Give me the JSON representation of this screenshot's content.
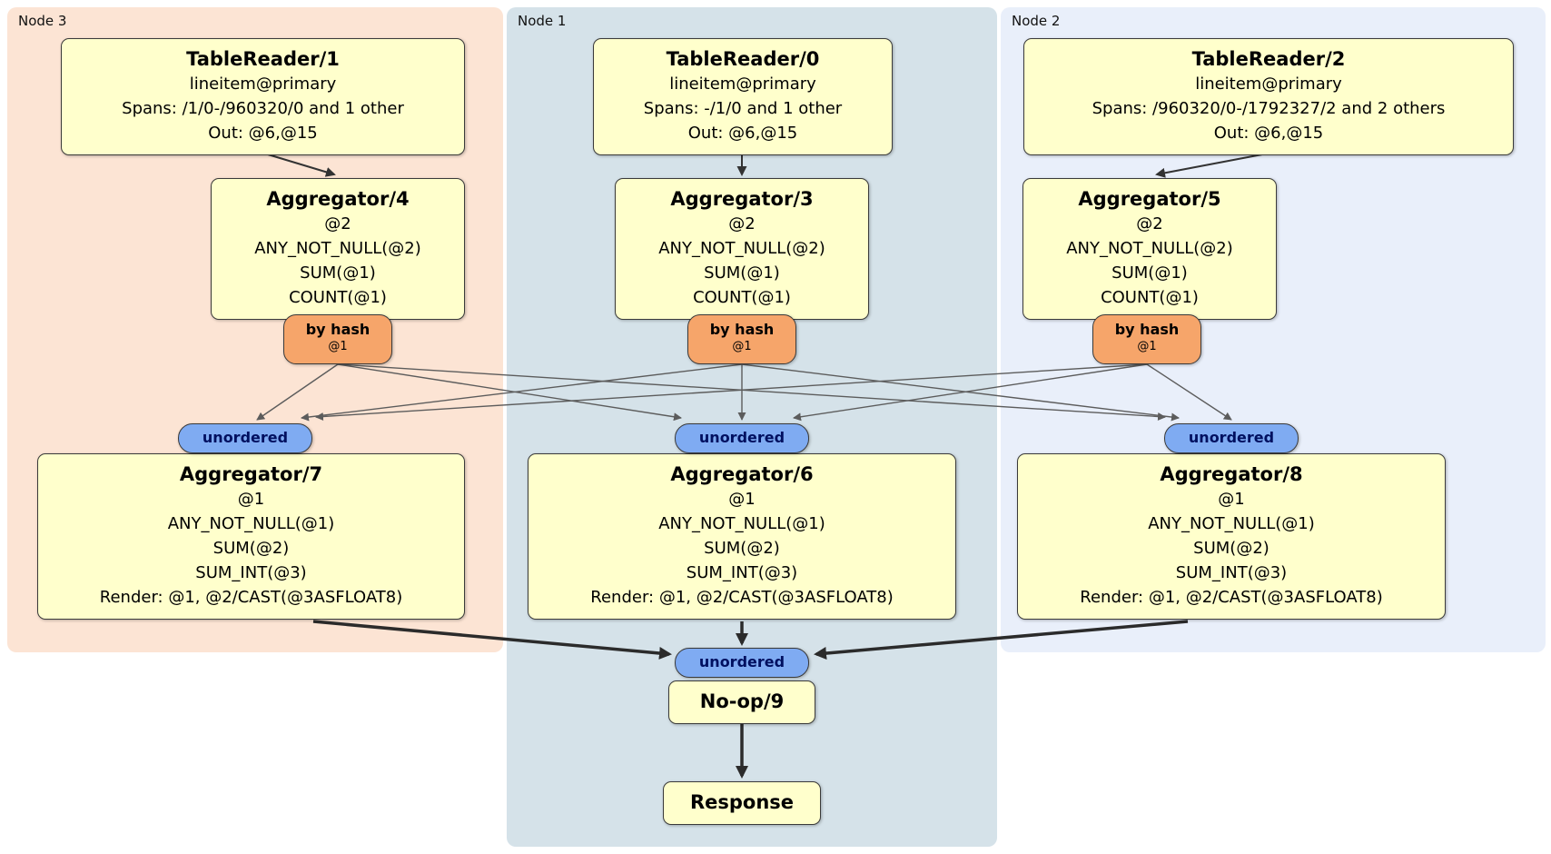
{
  "panels": [
    {
      "label": "Node 3"
    },
    {
      "label": "Node 1"
    },
    {
      "label": "Node 2"
    }
  ],
  "routers": {
    "by_hash_label": "by hash",
    "by_hash_detail": "@1",
    "unordered_label": "unordered"
  },
  "processors": {
    "tr1": {
      "title": "TableReader/1",
      "lines": [
        "lineitem@primary",
        "Spans: /1/0-/960320/0 and 1 other",
        "Out: @6,@15"
      ]
    },
    "tr0": {
      "title": "TableReader/0",
      "lines": [
        "lineitem@primary",
        "Spans: -/1/0 and 1 other",
        "Out: @6,@15"
      ]
    },
    "tr2": {
      "title": "TableReader/2",
      "lines": [
        "lineitem@primary",
        "Spans: /960320/0-/1792327/2 and 2 others",
        "Out: @6,@15"
      ]
    },
    "agg4": {
      "title": "Aggregator/4",
      "lines": [
        "@2",
        "ANY_NOT_NULL(@2)",
        "SUM(@1)",
        "COUNT(@1)"
      ]
    },
    "agg3": {
      "title": "Aggregator/3",
      "lines": [
        "@2",
        "ANY_NOT_NULL(@2)",
        "SUM(@1)",
        "COUNT(@1)"
      ]
    },
    "agg5": {
      "title": "Aggregator/5",
      "lines": [
        "@2",
        "ANY_NOT_NULL(@2)",
        "SUM(@1)",
        "COUNT(@1)"
      ]
    },
    "agg7": {
      "title": "Aggregator/7",
      "lines": [
        "@1",
        "ANY_NOT_NULL(@1)",
        "SUM(@2)",
        "SUM_INT(@3)",
        "Render: @1, @2/CAST(@3ASFLOAT8)"
      ]
    },
    "agg6": {
      "title": "Aggregator/6",
      "lines": [
        "@1",
        "ANY_NOT_NULL(@1)",
        "SUM(@2)",
        "SUM_INT(@3)",
        "Render: @1, @2/CAST(@3ASFLOAT8)"
      ]
    },
    "agg8": {
      "title": "Aggregator/8",
      "lines": [
        "@1",
        "ANY_NOT_NULL(@1)",
        "SUM(@2)",
        "SUM_INT(@3)",
        "Render: @1, @2/CAST(@3ASFLOAT8)"
      ]
    },
    "noop": {
      "title": "No-op/9"
    },
    "response": {
      "title": "Response"
    }
  },
  "colors": {
    "node3-bg": "#fce4d4",
    "node1-bg": "#d5e2e9",
    "node2-bg": "#e9effa",
    "box-bg": "#ffffcc",
    "hash-bg": "#f6a56a",
    "unordered-bg": "#7fabf2",
    "edge-thin": "#5c5c5c",
    "edge-thick": "#2b2b2b"
  }
}
